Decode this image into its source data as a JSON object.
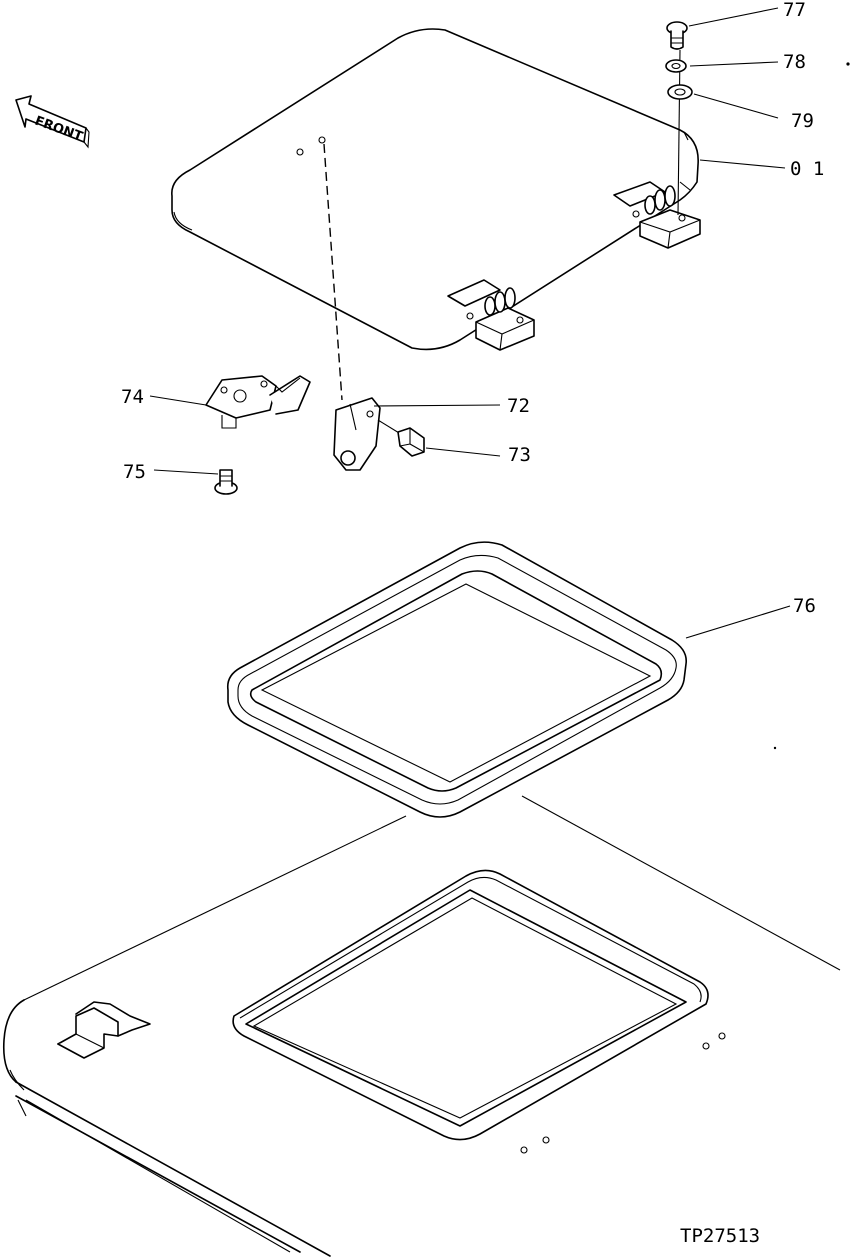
{
  "diagram": {
    "front_indicator": "FRONT",
    "drawing_code": "TP27513",
    "callouts": [
      {
        "id": "01",
        "label": "0 1"
      },
      {
        "id": "72",
        "label": "72"
      },
      {
        "id": "73",
        "label": "73"
      },
      {
        "id": "74",
        "label": "74"
      },
      {
        "id": "75",
        "label": "75"
      },
      {
        "id": "76",
        "label": "76"
      },
      {
        "id": "77",
        "label": "77"
      },
      {
        "id": "78",
        "label": "78"
      },
      {
        "id": "79",
        "label": "79"
      }
    ]
  }
}
